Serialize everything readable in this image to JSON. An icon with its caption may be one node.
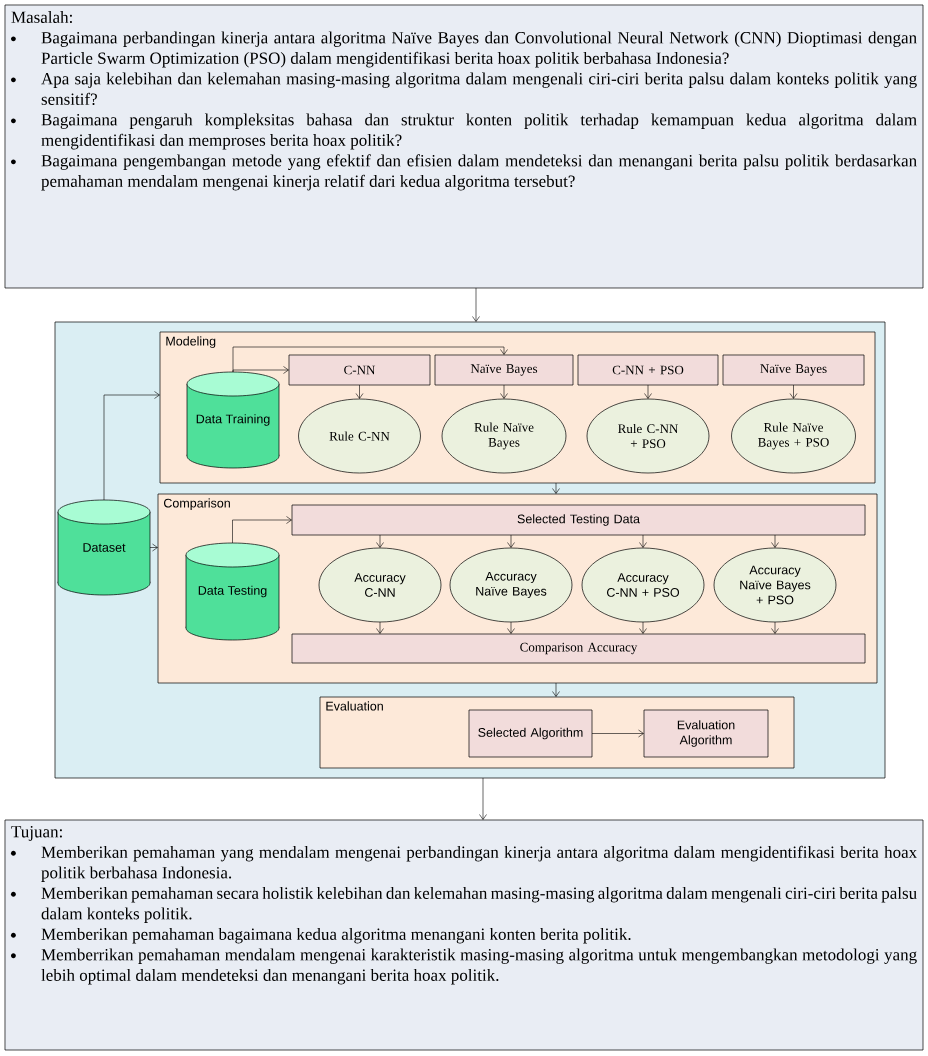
{
  "diagram": {
    "nodes": [
      {
        "text": [
          "Masalah:",
          "Bagaimana perbandingan kinerja antara algoritma Naïve Bayes dan Convolutional Neural Network (CNN) Dioptimasi dengan Particle Swarm Optimization (PSO) dalam mengidentifikasi berita hoax politik berbahasa Indonesia?",
          "Apa saja kelebihan dan kelemahan masing-masing algoritma dalam mengenali ciri-ciri berita palsu dalam konteks politik yang sensitif?",
          "Bagaimana pengaruh kompleksitas bahasa dan struktur konten politik terhadap kemampuan kedua algoritma dalam mengidentifikasi dan memproses berita hoax politik?",
          "Bagaimana pengembangan metode yang efektif dan efisien dalam mendeteksi dan menangani berita palsu politik berdasarkan pemahaman mendalam mengenai kinerja relatif dari kedua algoritma tersebut?"
        ]
      },
      {
        "text": [],
        "shape": "box"
      },
      {
        "text": [
          "Modeling"
        ],
        "in": 1
      },
      {
        "text": [
          "Data Training"
        ],
        "in": 2
      },
      {
        "text": [
          "C-NN"
        ],
        "in": 2
      },
      {
        "text": [
          "Naïve Bayes"
        ],
        "in": 2
      },
      {
        "text": [
          "C-NN + PSO"
        ],
        "in": 2
      },
      {
        "text": [
          "Naïve Bayes"
        ],
        "in": 2
      },
      {
        "text": [
          "Rule C-NN"
        ],
        "in": 2
      },
      {
        "text": [
          "Rule Naïve Bayes"
        ],
        "in": 2
      },
      {
        "text": [
          "Rule C-NN + PSO"
        ],
        "in": 2
      },
      {
        "text": [
          "Rule Naïve Bayes + PSO"
        ],
        "in": 2
      },
      {
        "text": [
          "Dataset"
        ],
        "in": 1
      },
      {
        "text": [
          "Comparison"
        ],
        "in": 1
      },
      {
        "text": [
          "Data Testing"
        ],
        "in": 13
      },
      {
        "text": [
          "Selected Testing Data"
        ],
        "in": 13
      },
      {
        "text": [
          "Accuracy C-NN"
        ],
        "in": 13
      },
      {
        "text": [
          "Accuracy Naïve Bayes"
        ],
        "in": 13
      },
      {
        "text": [
          "Accuracy C-NN + PSO"
        ],
        "in": 13
      },
      {
        "text": [
          "Accuracy Naïve Bayes + PSO"
        ],
        "in": 13
      },
      {
        "text": [
          "Comparison Accuracy"
        ],
        "in": 13
      },
      {
        "text": [
          "Evaluation"
        ],
        "in": 1
      },
      {
        "text": [
          "Selected Algorithm"
        ],
        "in": 21
      },
      {
        "text": [
          "Evaluation Algorithm"
        ],
        "in": 21
      },
      {
        "text": [
          "Tujuan:",
          "Memberikan pemahaman yang mendalam mengenai perbandingan kinerja antara algoritma dalam mengidentifikasi berita hoax politik berbahasa Indonesia.",
          "Memberikan pemahaman secara holistik kelebihan dan kelemahan masing-masing algoritma dalam mengenali ciri-ciri berita palsu dalam konteks politik.",
          "Memberikan pemahaman bagaimana kedua algoritma menangani konten berita politik.",
          "Memberrikan pemahaman mendalam mengenai karakteristik masing-masing algoritma untuk mengembangkan metodologi yang lebih optimal dalam mendeteksi dan menangani berita hoax politik."
        ]
      }
    ],
    "edges": [
      {
        "from": 0,
        "to": 1,
        "arrow": "to"
      },
      {
        "from": 12,
        "to": 2,
        "arrow": "to"
      },
      {
        "from": 12,
        "to": 13,
        "arrow": "to"
      },
      {
        "from": 3,
        "to": 4,
        "arrow": "to"
      },
      {
        "from": 3,
        "to": 5,
        "arrow": "to"
      },
      {
        "from": 4,
        "to": 8,
        "arrow": "to"
      },
      {
        "from": 5,
        "to": 9,
        "arrow": "to"
      },
      {
        "from": 6,
        "to": 10,
        "arrow": "to"
      },
      {
        "from": 7,
        "to": 11,
        "arrow": "to"
      },
      {
        "from": 2,
        "to": 13,
        "arrow": "to"
      },
      {
        "from": 14,
        "to": 15,
        "arrow": "to"
      },
      {
        "from": 15,
        "to": 16,
        "arrow": "to"
      },
      {
        "from": 15,
        "to": 17,
        "arrow": "to"
      },
      {
        "from": 15,
        "to": 18,
        "arrow": "to"
      },
      {
        "from": 15,
        "to": 19,
        "arrow": "to"
      },
      {
        "from": 16,
        "to": 20,
        "arrow": "to"
      },
      {
        "from": 17,
        "to": 20,
        "arrow": "to"
      },
      {
        "from": 18,
        "to": 20,
        "arrow": "to"
      },
      {
        "from": 19,
        "to": 20,
        "arrow": "to"
      },
      {
        "from": 13,
        "to": 21,
        "arrow": "to"
      },
      {
        "from": 22,
        "to": 23,
        "arrow": "to"
      },
      {
        "from": 1,
        "to": 24,
        "arrow": "to"
      }
    ]
  }
}
